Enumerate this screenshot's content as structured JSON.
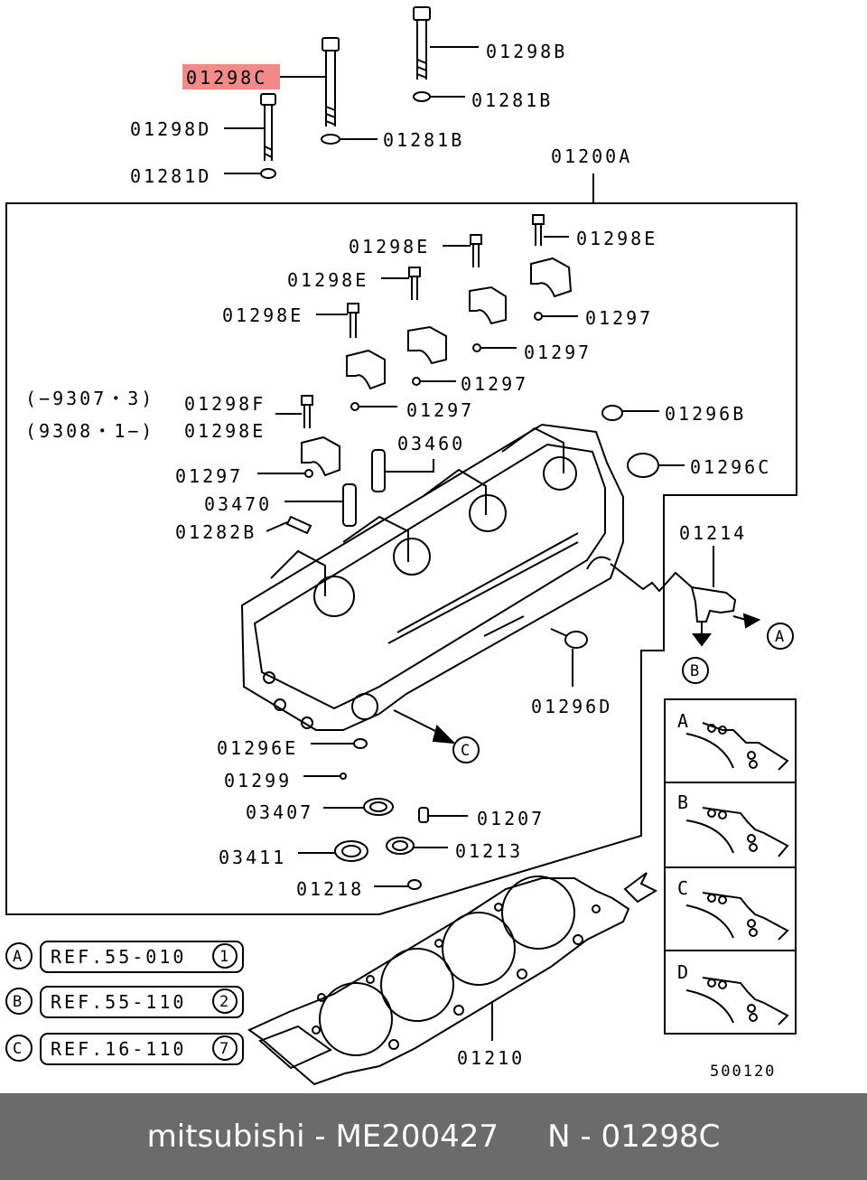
{
  "diagram": {
    "highlight_color": "#f28a8a",
    "parts": {
      "p01298B": "01298B",
      "p01281B_top": "01281B",
      "p01298C": "01298C",
      "p01298D": "01298D",
      "p01281B": "01281B",
      "p01281D": "01281D",
      "p01200A": "01200A",
      "p01298E_1": "01298E",
      "p01298E_2": "01298E",
      "p01298E_3": "01298E",
      "p01298E_4": "01298E",
      "p01297_1": "01297",
      "p01297_2": "01297",
      "p01297_3": "01297",
      "p01297_4": "01297",
      "p01297_5": "01297",
      "p01296B": "01296B",
      "p01296C": "01296C",
      "range_1": "(−9307・3)",
      "range_2": "(9308・1−)",
      "p01298F": "01298F",
      "p01298E_5": "01298E",
      "p03460": "03460",
      "p03470": "03470",
      "p01282B": "01282B",
      "p01214": "01214",
      "p01296D": "01296D",
      "p01296E": "01296E",
      "p01299": "01299",
      "p03407": "03407",
      "p01207": "01207",
      "p03411": "03411",
      "p01213": "01213",
      "p01218": "01218",
      "p01210": "01210"
    },
    "markers": {
      "a": "A",
      "b": "B",
      "c": "C"
    },
    "refs": [
      {
        "letter": "A",
        "text": "REF.55-010",
        "num": "1"
      },
      {
        "letter": "B",
        "text": "REF.55-110",
        "num": "2"
      },
      {
        "letter": "C",
        "text": "REF.16-110",
        "num": "7"
      }
    ],
    "variants": [
      "A",
      "B",
      "C",
      "D"
    ],
    "figure_code": "500120"
  },
  "footer": {
    "brand": "mitsubishi",
    "part_number": "ME200427",
    "ref_label": "N",
    "ref_code": "01298C"
  }
}
